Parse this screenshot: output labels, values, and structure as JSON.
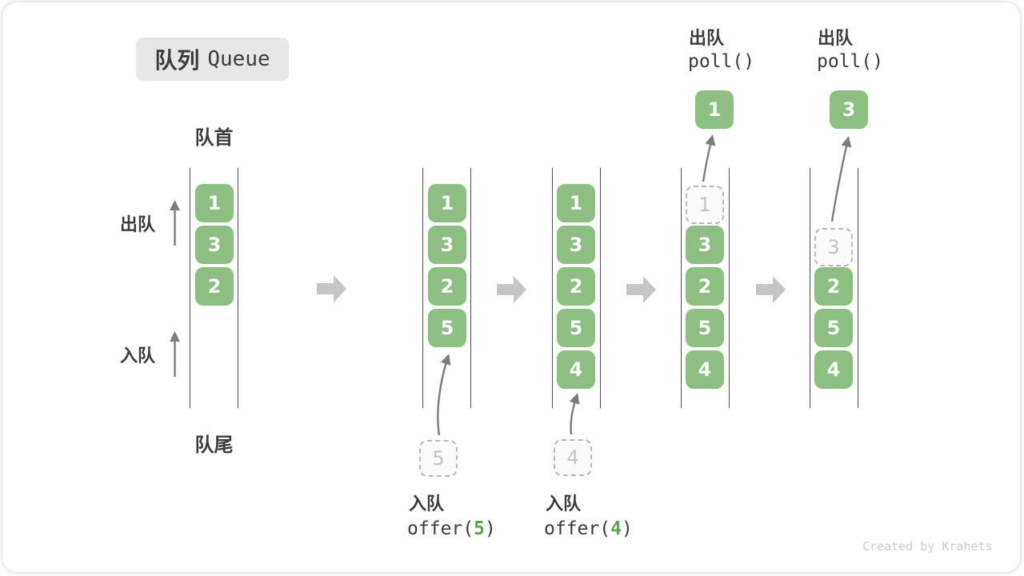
{
  "badge": {
    "zh": "队列",
    "en": "Queue"
  },
  "labels": {
    "front": "队首",
    "rear": "队尾",
    "dequeue": "出队",
    "enqueue": "入队"
  },
  "colors": {
    "box_green": "#8DBE82",
    "box_text": "#FAFAFA",
    "ghost_border": "#B8B8B8",
    "ghost_text": "#C2C2C2",
    "code_arg_green": "#61A14F",
    "thin_arrow": "#7B7B7B",
    "block_arrow": "#C5C5C5",
    "badge_bg": "#E7E7E7",
    "text_dark": "#3B3B3B"
  },
  "columns": [
    {
      "boxes": [
        "1",
        "3",
        "2"
      ]
    },
    {
      "boxes": [
        "1",
        "3",
        "2",
        "5"
      ],
      "incoming": "5",
      "caption": {
        "op": "入队",
        "code_pre": "offer(",
        "arg": "5",
        "code_post": ")"
      }
    },
    {
      "boxes": [
        "1",
        "3",
        "2",
        "5",
        "4"
      ],
      "incoming": "4",
      "caption": {
        "op": "入队",
        "code_pre": "offer(",
        "arg": "4",
        "code_post": ")"
      }
    },
    {
      "boxes": [
        "3",
        "2",
        "5",
        "4"
      ],
      "ghost": "1",
      "popped": "1",
      "caption": {
        "op": "出队",
        "code": "poll()"
      }
    },
    {
      "boxes": [
        "2",
        "5",
        "4"
      ],
      "ghost": "3",
      "popped": "3",
      "caption": {
        "op": "出队",
        "code": "poll()"
      }
    }
  ],
  "watermark": "Created by Krahets"
}
